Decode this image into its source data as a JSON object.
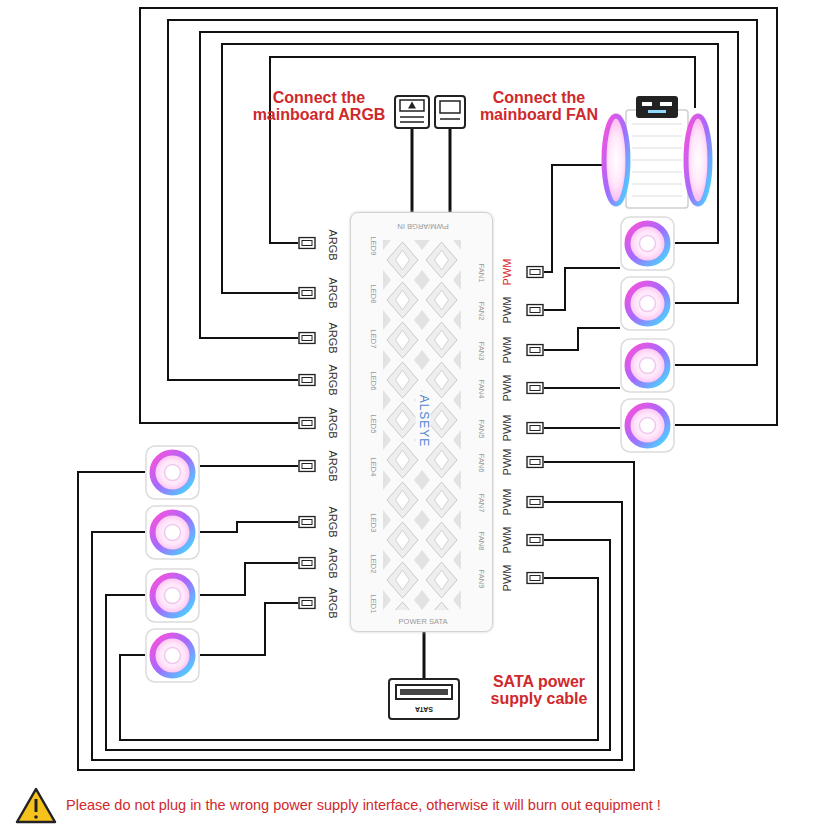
{
  "diagram": {
    "nodes": [
      {
        "text": [
          "PWM/ARGB IN",
          "LED9",
          "LED8",
          "LED7",
          "LED6",
          "LED5",
          "LED4",
          "LED3",
          "LED2",
          "LED1",
          "FAN1",
          "FAN2",
          "FAN3",
          "FAN4",
          "FAN5",
          "FAN6",
          "FAN7",
          "FAN8",
          "FAN9",
          "ALSEYE",
          "POWER SATA"
        ]
      },
      {
        "text": [
          "Connect the mainboard ARGB"
        ]
      },
      {
        "text": [
          "Connect the mainboard FAN"
        ]
      },
      {
        "text": [
          "SATA",
          "SATA power supply cable"
        ]
      }
    ],
    "edges": [
      {
        "from": 1,
        "to": 0,
        "arrow": "none"
      },
      {
        "from": 2,
        "to": 0,
        "arrow": "none"
      },
      {
        "from": 3,
        "to": 0,
        "arrow": "none"
      }
    ],
    "labels": [
      "ARGB",
      "ARGB",
      "ARGB",
      "ARGB",
      "ARGB",
      "ARGB",
      "ARGB",
      "ARGB",
      "ARGB",
      "PWM",
      "PWM",
      "PWM",
      "PWM",
      "PWM",
      "PWM",
      "PWM",
      "PWM",
      "PWM",
      "Please do not plug in the wrong power supply interface, otherwise it will burn out equipment !"
    ]
  }
}
